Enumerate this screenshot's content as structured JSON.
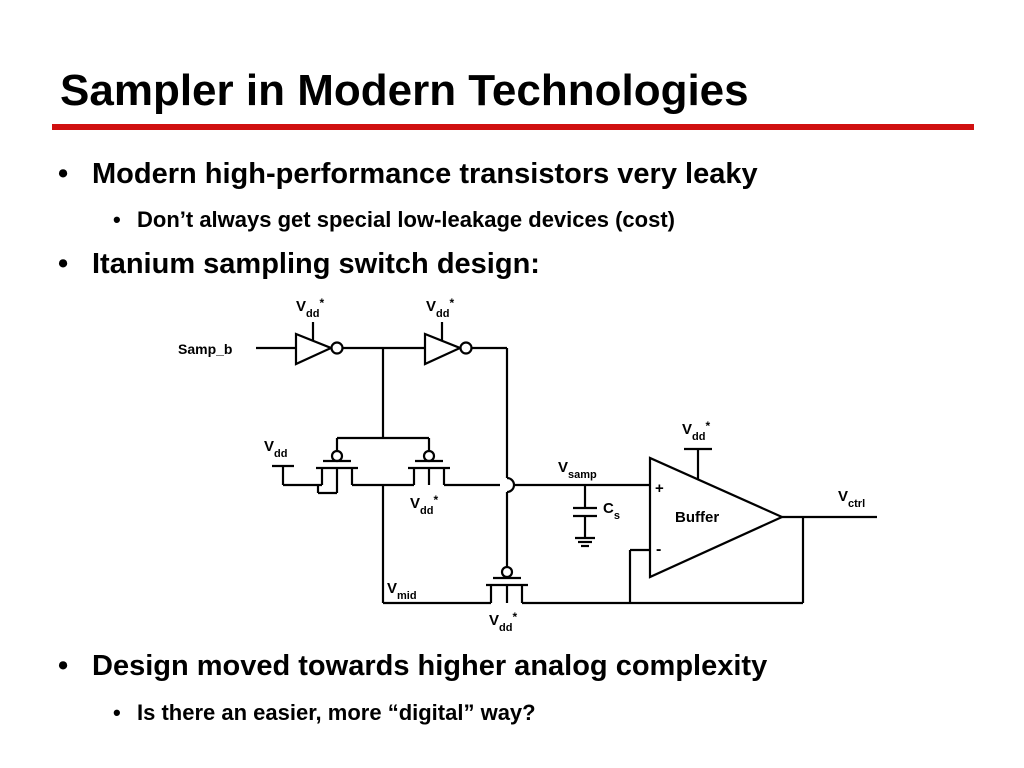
{
  "slide": {
    "title": "Sampler in Modern Technologies",
    "accent_color": "#d01010",
    "bullet_char": "•"
  },
  "bullets": [
    {
      "level": 1,
      "text": "Modern high-performance transistors very leaky"
    },
    {
      "level": 2,
      "text": "Don’t always get special low-leakage devices (cost)"
    },
    {
      "level": 1,
      "text": "Itanium sampling switch design:"
    },
    {
      "level": 1,
      "text": "Design moved towards higher analog complexity"
    },
    {
      "level": 2,
      "text": "Is there an easier, more “digital” way?"
    }
  ],
  "circuit": {
    "input_label": "Samp_b",
    "v": "V",
    "sub_dd": "dd",
    "star": "*",
    "sub_samp": "samp",
    "sub_mid": "mid",
    "sub_ctrl": "ctrl",
    "cap_c": "C",
    "sub_s": "s",
    "buffer_label": "Buffer",
    "plus": "+",
    "minus": "-"
  }
}
